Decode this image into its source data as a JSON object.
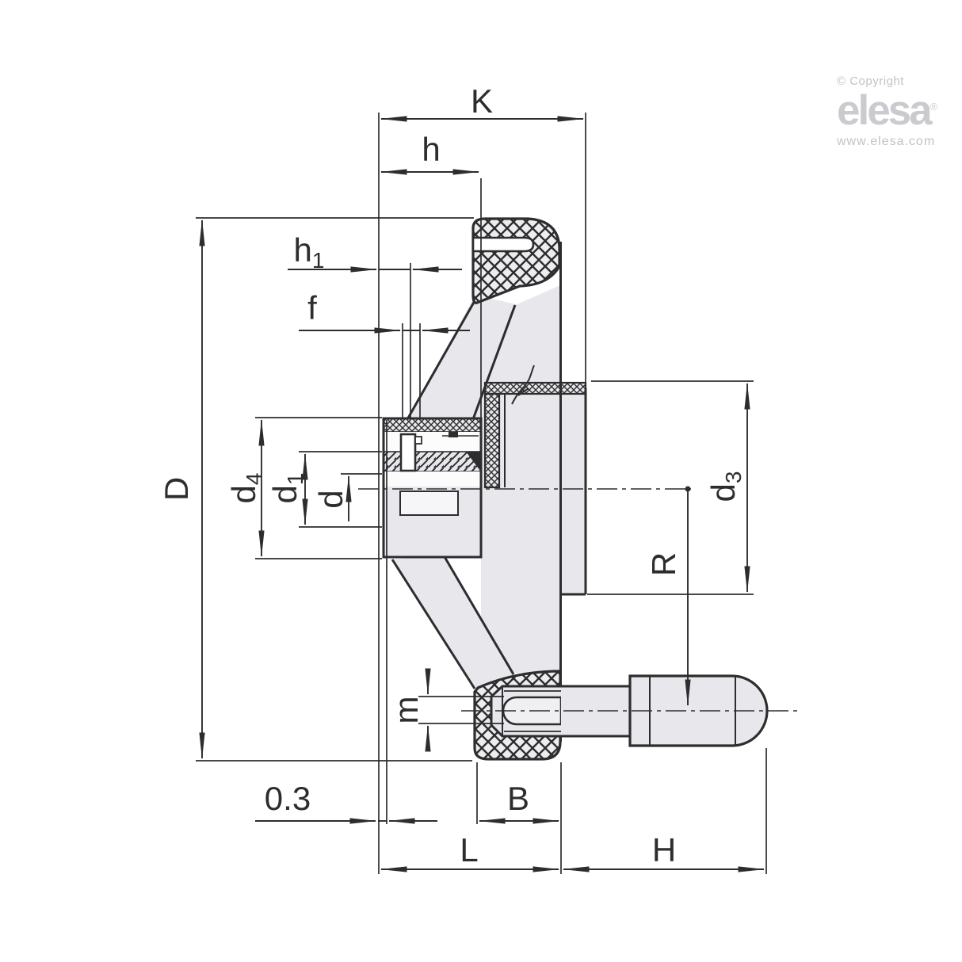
{
  "page": {
    "background": "#ffffff"
  },
  "branding": {
    "copyright": "© Copyright",
    "brand": "elesa",
    "registered": "®",
    "website": "www.elesa.com",
    "text_color": "#c6c6ca"
  },
  "drawing": {
    "description": "Dimensioned cross-section of a solid handwheel with revolving side handle",
    "line_color": "#2d2d2f",
    "body_fill": "#e8e8ec",
    "dims": {
      "K": "K",
      "h": "h",
      "h1_main": "h",
      "h1_sub": "1",
      "f": "f",
      "D": "D",
      "d4_main": "d",
      "d4_sub": "4",
      "d1_main": "d",
      "d1_sub": "1",
      "d": "d",
      "d3_main": "d",
      "d3_sub": "3",
      "R": "R",
      "m": "m",
      "gap": "0.3",
      "B": "B",
      "L": "L",
      "H": "H"
    }
  }
}
